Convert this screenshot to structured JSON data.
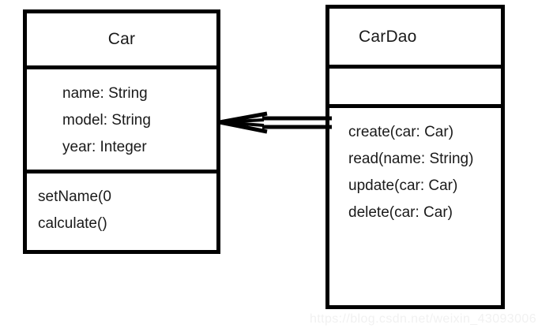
{
  "diagram": {
    "type": "uml-class-diagram",
    "classes": [
      {
        "name": "Car",
        "attributes": [
          "name: String",
          "model: String",
          "year: Integer"
        ],
        "operations": [
          "setName(0",
          "calculate()"
        ]
      },
      {
        "name": "CarDao",
        "attributes": [],
        "operations": [
          "create(car: Car)",
          "read(name: String)",
          "update(car: Car)",
          "delete(car: Car)"
        ]
      }
    ],
    "connector": {
      "kind": "association-open-arrow",
      "from": "CarDao",
      "to": "Car",
      "direction": "right-to-left",
      "color": "#000000"
    },
    "colors": {
      "stroke": "#000000",
      "fill": "#ffffff",
      "text": "#1a1a1a",
      "watermark": "#f1f1f1"
    }
  },
  "watermark": {
    "text": "https://blog.csdn.net/weixin_43093006"
  }
}
